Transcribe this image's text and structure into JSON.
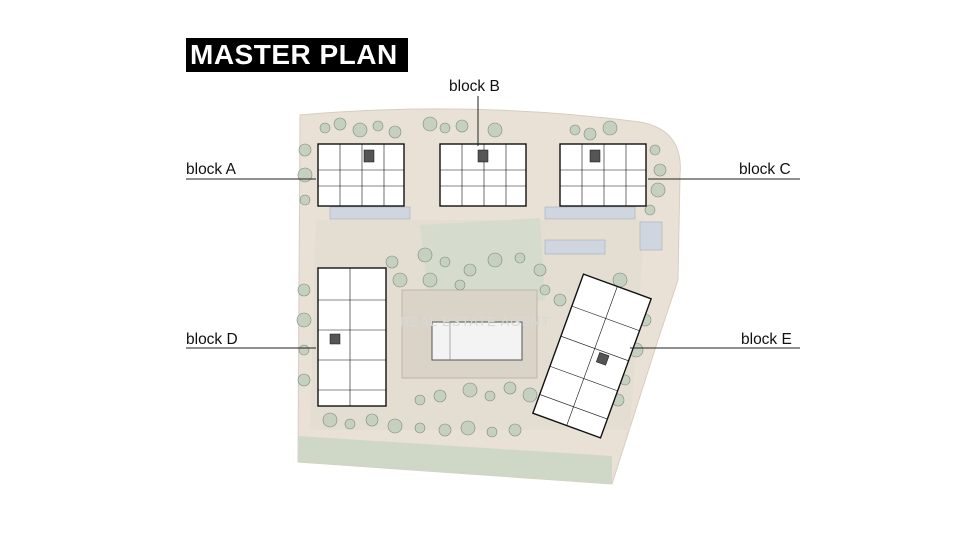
{
  "title": "MASTER PLAN",
  "blocks": {
    "a": "block A",
    "b": "block B",
    "c": "block C",
    "d": "block D",
    "e": "block E"
  },
  "colors": {
    "site": "#e9e1d6",
    "lawn": "#cfd8c6",
    "tree": "#c5d0c0",
    "building": "#ffffff",
    "outline": "#111111"
  }
}
